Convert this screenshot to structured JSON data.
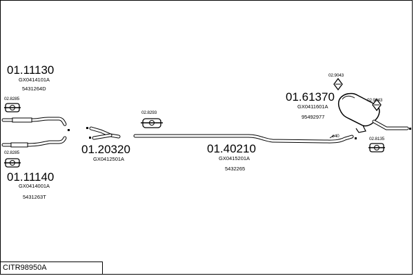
{
  "diagram_title": "CITR98950A",
  "parts": {
    "front_upper": {
      "code": "01.11130",
      "oem1": "GX0414101A",
      "oem2": "5431264D"
    },
    "front_lower": {
      "code": "01.11140",
      "oem1": "GX0414001A",
      "oem2": "5431263T"
    },
    "clamp_front_upper": {
      "code": "02.8285"
    },
    "clamp_front_lower": {
      "code": "02.8285"
    },
    "y_pipe": {
      "code": "01.20320",
      "oem1": "GX0412501A"
    },
    "clamp_y": {
      "code": "02.8293"
    },
    "middle_pipe": {
      "code": "01.40210",
      "oem1": "GX0415201A",
      "oem2": "5432265",
      "diameter": "ø40"
    },
    "rear_silencer": {
      "code": "01.61370",
      "oem1": "GX0411601A",
      "oem2": "95492977"
    },
    "rubber_1": {
      "code": "02.9043"
    },
    "rubber_2": {
      "code": "02.9043"
    },
    "clamp_rear": {
      "code": "02.8135"
    }
  }
}
